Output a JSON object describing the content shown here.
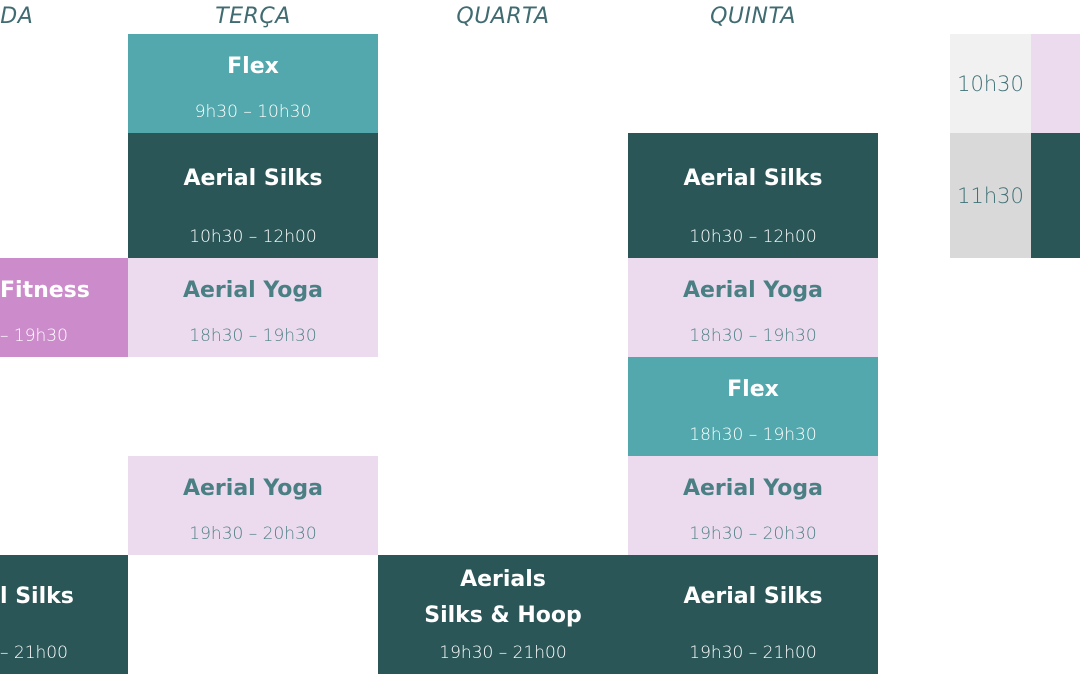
{
  "days": {
    "monday": "UNDA",
    "tuesday": "TERÇA",
    "wednesday": "QUARTA",
    "thursday": "QUINTA"
  },
  "classes": {
    "tue_flex": {
      "title": "Flex",
      "time": "9h30 – 10h30"
    },
    "tue_aerial_silks": {
      "title": "Aerial Silks",
      "time": "10h30 – 12h00"
    },
    "thu_aerial_silks": {
      "title": "Aerial Silks",
      "time": "10h30 – 12h00"
    },
    "mon_fitness": {
      "title": "Fitness",
      "time": "– 19h30"
    },
    "tue_aerial_yoga_1": {
      "title": "Aerial Yoga",
      "time": "18h30 – 19h30"
    },
    "thu_aerial_yoga_1": {
      "title": "Aerial Yoga",
      "time": "18h30 – 19h30"
    },
    "thu_flex": {
      "title": "Flex",
      "time": "18h30 – 19h30"
    },
    "tue_aerial_yoga_2": {
      "title": "Aerial Yoga",
      "time": "19h30 – 20h30"
    },
    "thu_aerial_yoga_2": {
      "title": "Aerial Yoga",
      "time": "19h30 – 20h30"
    },
    "mon_aerial_silks": {
      "title": "l Silks",
      "time": "– 21h00"
    },
    "wed_aerials": {
      "title_line1": "Aerials",
      "title_line2": "Silks & Hoop",
      "time": "19h30 – 21h00"
    },
    "thu_aerial_silks_2": {
      "title": "Aerial Silks",
      "time": "19h30 – 21h00"
    }
  },
  "side_times": {
    "first": "10h30",
    "second": "11h30"
  },
  "colors": {
    "dark": "#2b5657",
    "teal": "#52a8ac",
    "lilac": "#ecdbee",
    "orchid": "#cc8ccb",
    "label": "#3f6b71"
  }
}
